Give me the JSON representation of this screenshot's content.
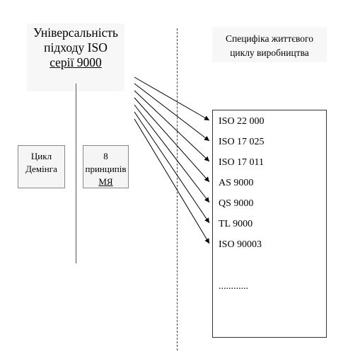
{
  "left_title": {
    "line1": "Універсальність",
    "line2": "підходу ISO",
    "line3": "серії 9000"
  },
  "right_title": {
    "line1": "Специфіка життєвого",
    "line2": "циклу виробництва"
  },
  "box_deming": {
    "line1": "Цикл",
    "line2": "Демінга"
  },
  "box_principles": {
    "line1": "8 принципів",
    "line2": "МЯ"
  },
  "standards": [
    "ISO 22 000",
    "ISO 17 025",
    "ISO 17 011",
    "AS 9000",
    "QS 9000",
    "TL 9000",
    "ISO 90003"
  ],
  "ellipsis": "............"
}
